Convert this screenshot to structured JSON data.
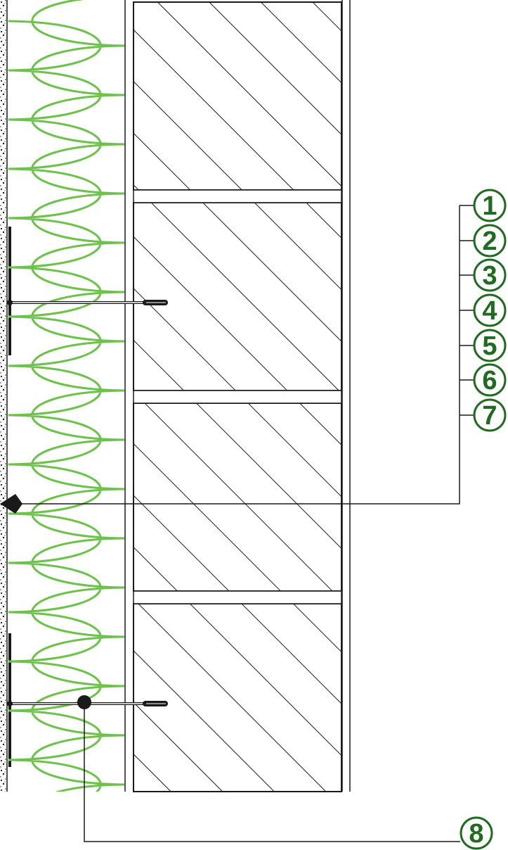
{
  "colors": {
    "insulation": "#6cc24a",
    "callout_green": "#1f6b1f",
    "ink": "#1a1a1a",
    "background": "#ffffff"
  },
  "callouts": [
    {
      "id": "1",
      "label": "1"
    },
    {
      "id": "2",
      "label": "2"
    },
    {
      "id": "3",
      "label": "3"
    },
    {
      "id": "4",
      "label": "4"
    },
    {
      "id": "5",
      "label": "5"
    },
    {
      "id": "6",
      "label": "6"
    },
    {
      "id": "7",
      "label": "7"
    },
    {
      "id": "8",
      "label": "8"
    }
  ],
  "icons": {
    "insulation": "insulation-wave-icon",
    "anchor": "wall-anchor-icon",
    "arrow": "leader-arrow-icon"
  }
}
